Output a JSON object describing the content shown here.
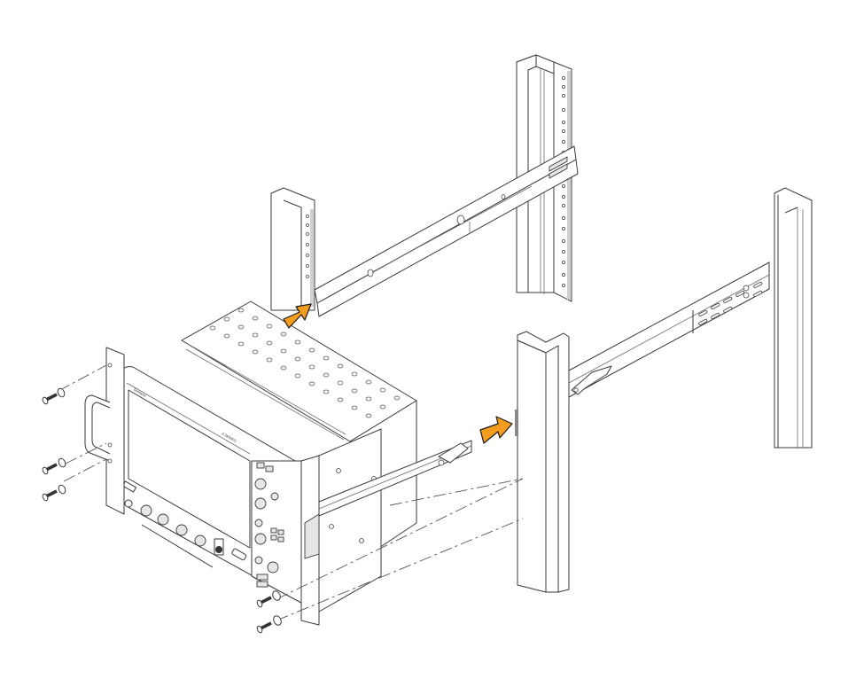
{
  "figure": {
    "title": "Rack mounting installation diagram",
    "description": "Oscilloscope with rack-mount kit (handle, front ears, slide rails) being inserted into rack rails; screws and washers fasten front ears",
    "arrow_color": "#F39C1F",
    "line_color": "#3A3A3A",
    "background": "#FFFFFF"
  },
  "parts": {
    "rear_rack_post_left": "rack-post",
    "rear_rack_post_right": "rack-post",
    "front_rack_post_left": "rack-post",
    "front_rack_post_right": "rack-post",
    "upper_slide_rail": "slide-rail",
    "lower_slide_rail": "slide-rail",
    "instrument": "oscilloscope",
    "front_ear_left": "rack-ear-with-handle",
    "front_ear_right": "rack-ear",
    "screws_left_count": 3,
    "screws_right_count": 2,
    "washers_left_count": 3,
    "washers_right_count": 2
  },
  "arrows": [
    {
      "name": "upper-insert-arrow",
      "direction": "up-right"
    },
    {
      "name": "lower-insert-arrow",
      "direction": "right"
    }
  ],
  "instrument": {
    "brand_label": "Tektronix",
    "model_label": "4 SERIES"
  }
}
